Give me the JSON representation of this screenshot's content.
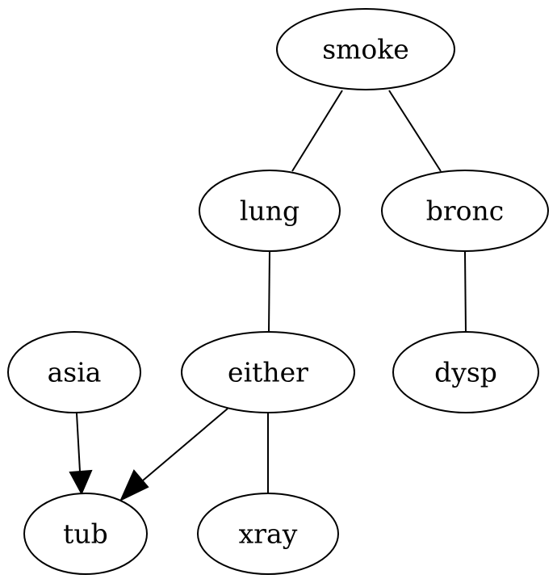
{
  "diagram": {
    "nodes": {
      "smoke": "smoke",
      "lung": "lung",
      "bronc": "bronc",
      "asia": "asia",
      "either": "either",
      "dysp": "dysp",
      "tub": "tub",
      "xray": "xray"
    },
    "edges": [
      {
        "from": "smoke",
        "to": "lung",
        "directed": false
      },
      {
        "from": "smoke",
        "to": "bronc",
        "directed": false
      },
      {
        "from": "lung",
        "to": "either",
        "directed": false
      },
      {
        "from": "bronc",
        "to": "dysp",
        "directed": false
      },
      {
        "from": "asia",
        "to": "tub",
        "directed": true
      },
      {
        "from": "either",
        "to": "tub",
        "directed": true
      },
      {
        "from": "either",
        "to": "xray",
        "directed": false
      }
    ]
  }
}
